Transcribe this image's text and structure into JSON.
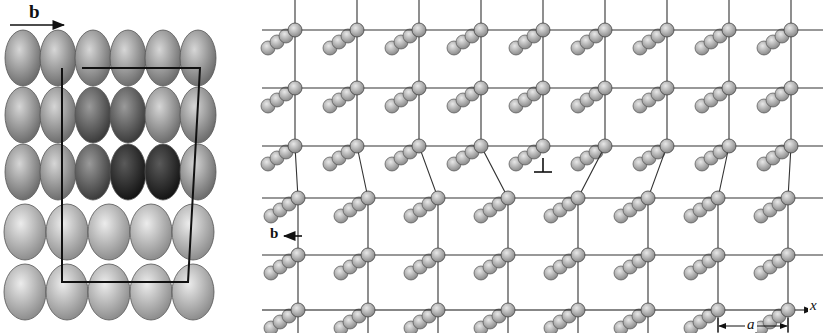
{
  "diagram": {
    "labels": [
      "b",
      "b",
      "x",
      "a"
    ]
  }
}
